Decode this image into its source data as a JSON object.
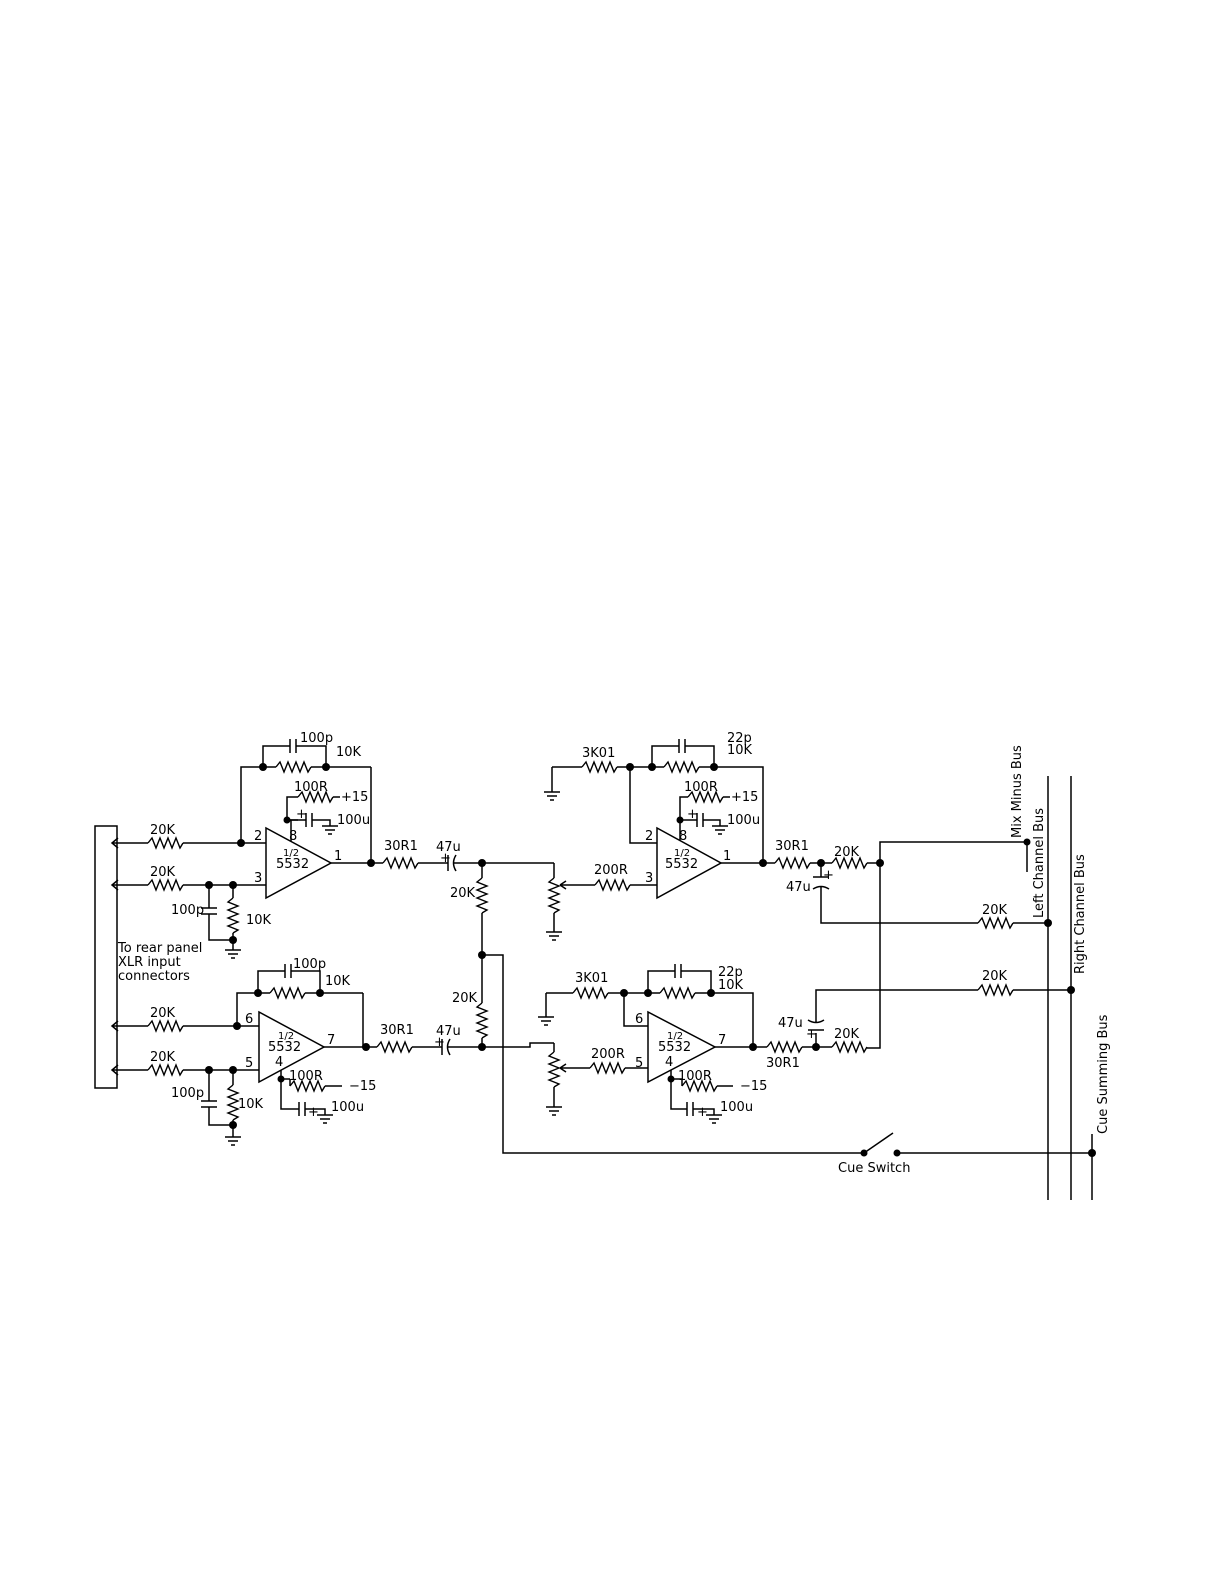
{
  "connector_note": [
    "To rear panel",
    "XLR input",
    "connectors"
  ],
  "bus_labels": {
    "mix_minus": "Mix Minus Bus",
    "left_channel": "Left Channel Bus",
    "right_channel": "Right Channel Bus",
    "cue_summing": "Cue Summing Bus"
  },
  "cue_switch_label": "Cue Switch",
  "opamp_part": "5532",
  "opamp_half": "1/2",
  "supply": {
    "positive": "+15",
    "negative": "−15"
  },
  "components": {
    "r_20k": "20K",
    "r_10k": "10K",
    "r_3k01": "3K01",
    "r_200r": "200R",
    "r_100r": "100R",
    "r_30r1": "30R1",
    "c_100p": "100p",
    "c_22p": "22p",
    "c_47u": "47u",
    "c_100u": "100u"
  },
  "pins": {
    "p1": "1",
    "p2": "2",
    "p3": "3",
    "p4": "4",
    "p5": "5",
    "p6": "6",
    "p7": "7",
    "p8": "8"
  },
  "polarity_plus": "+"
}
